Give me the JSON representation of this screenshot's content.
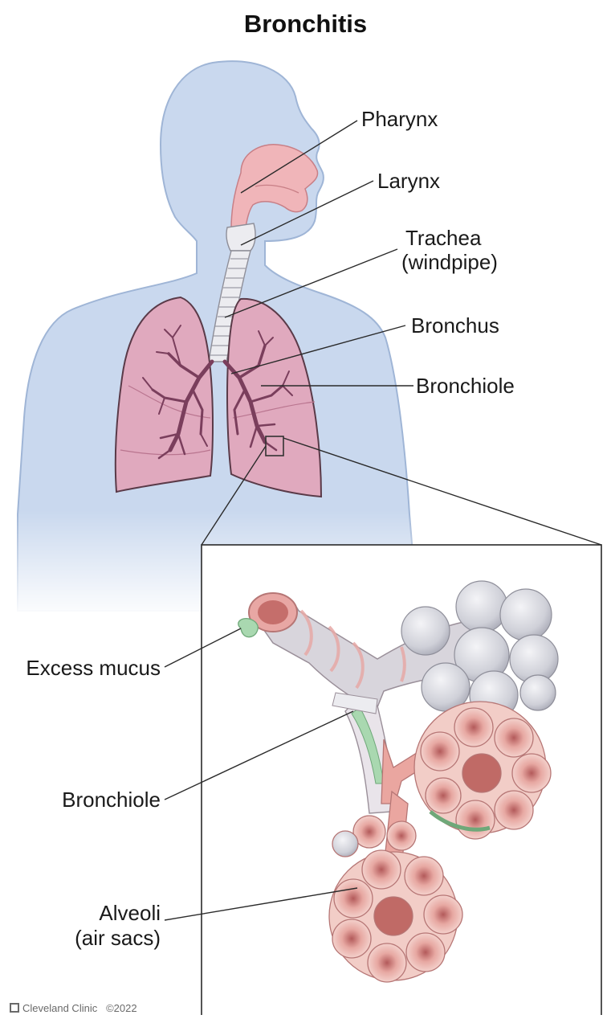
{
  "title": "Bronchitis",
  "labels": {
    "pharynx": "Pharynx",
    "larynx": "Larynx",
    "trachea_line1": "Trachea",
    "trachea_line2": "(windpipe)",
    "bronchus": "Bronchus",
    "bronchiole_top": "Bronchiole",
    "excess_mucus": "Excess mucus",
    "bronchiole_inset": "Bronchiole",
    "alveoli_line1": "Alveoli",
    "alveoli_line2": "(air sacs)"
  },
  "credit": {
    "brand": "Cleveland Clinic",
    "copyright": "©2022"
  },
  "colors": {
    "body_silhouette": "#c9d8ee",
    "body_outline": "#9fb5d6",
    "lung_fill": "#e0a9be",
    "lung_outline": "#5a3a48",
    "bronchial_tree": "#7a3e5c",
    "airway_pink": "#f0b5b9",
    "trachea_gray": "#e9e9ec",
    "alveoli_pink": "#e9a6a0",
    "alveoli_gray": "#cfcfd6",
    "mucus_green": "#a9d8b0"
  },
  "icons": [
    "cleveland-clinic-logo-icon"
  ]
}
